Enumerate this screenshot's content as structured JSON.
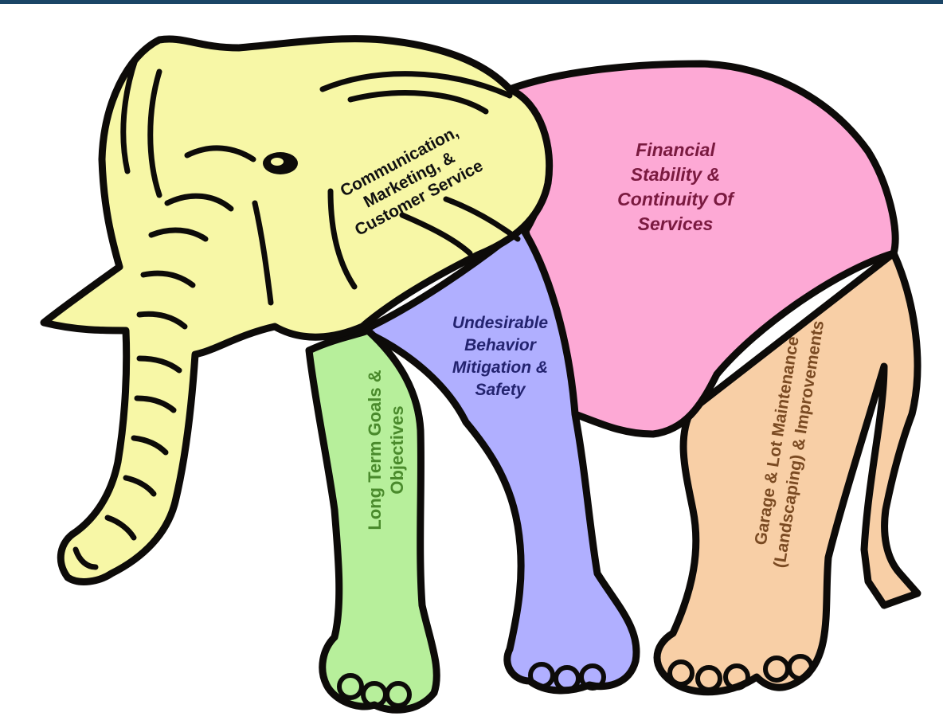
{
  "colors": {
    "frame": "#1a4566",
    "head": "#f7f7a6",
    "body": "#fda9d5",
    "front_leg": "#b7ef9b",
    "mid_leg": "#b0afff",
    "back_legs": "#f8cfa6",
    "outline": "#0d0b09"
  },
  "sections": {
    "head": {
      "lines": [
        "Communication,",
        "Marketing, &",
        "Customer Service"
      ],
      "color": "#111111"
    },
    "body": {
      "lines": [
        "Financial",
        "Stability &",
        "Continuity Of",
        "Services"
      ],
      "color": "#7a1a40"
    },
    "front_leg": {
      "lines": [
        "Long Term Goals &",
        "Objectives"
      ],
      "color": "#4a8a2c"
    },
    "mid_leg": {
      "lines": [
        "Undesirable",
        "Behavior",
        "Mitigation &",
        "Safety"
      ],
      "color": "#23236f"
    },
    "back_legs": {
      "lines": [
        "Garage & Lot Maintenance",
        "(Landscaping) & Improvements"
      ],
      "color": "#7a4a22"
    }
  }
}
